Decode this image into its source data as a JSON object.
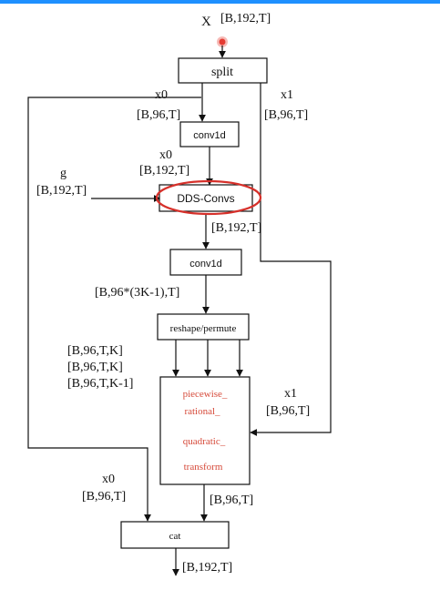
{
  "colors": {
    "top_bar": "#1e90ff",
    "line": "#111111",
    "highlight_ellipse": "#d6302a",
    "red_text": "#d64a3a",
    "red_dot": "#e53b32"
  },
  "input": {
    "name": "X",
    "shape": "[B,192,T]"
  },
  "split": {
    "label": "split"
  },
  "x0_top": {
    "name": "x0",
    "shape": "[B,96,T]"
  },
  "x1_top": {
    "name": "x1",
    "shape": "[B,96,T]"
  },
  "conv1": {
    "label": "conv1d"
  },
  "x0_mid": {
    "name": "x0",
    "shape": "[B,192,T]"
  },
  "g": {
    "name": "g",
    "shape": "[B,192,T]"
  },
  "dds": {
    "label": "DDS-Convs"
  },
  "dds_out": {
    "shape": "[B,192,T]"
  },
  "conv2": {
    "label": "conv1d"
  },
  "conv2_out": {
    "shape": "[B,96*(3K-1),T]"
  },
  "reshape": {
    "label": "reshape/permute"
  },
  "reshape_out": {
    "lines": [
      "[B,96,T,K]",
      "[B,96,T,K]",
      "[B,96,T,K-1]"
    ]
  },
  "transform": {
    "lines": [
      "piecewise_",
      "rational_",
      "quadratic_",
      "transform"
    ]
  },
  "x1_right": {
    "name": "x1",
    "shape": "[B,96,T]"
  },
  "x0_left": {
    "name": "x0",
    "shape": "[B,96,T]"
  },
  "transform_out": {
    "shape": "[B,96,T]"
  },
  "cat": {
    "label": "cat"
  },
  "output": {
    "shape": "[B,192,T]"
  }
}
